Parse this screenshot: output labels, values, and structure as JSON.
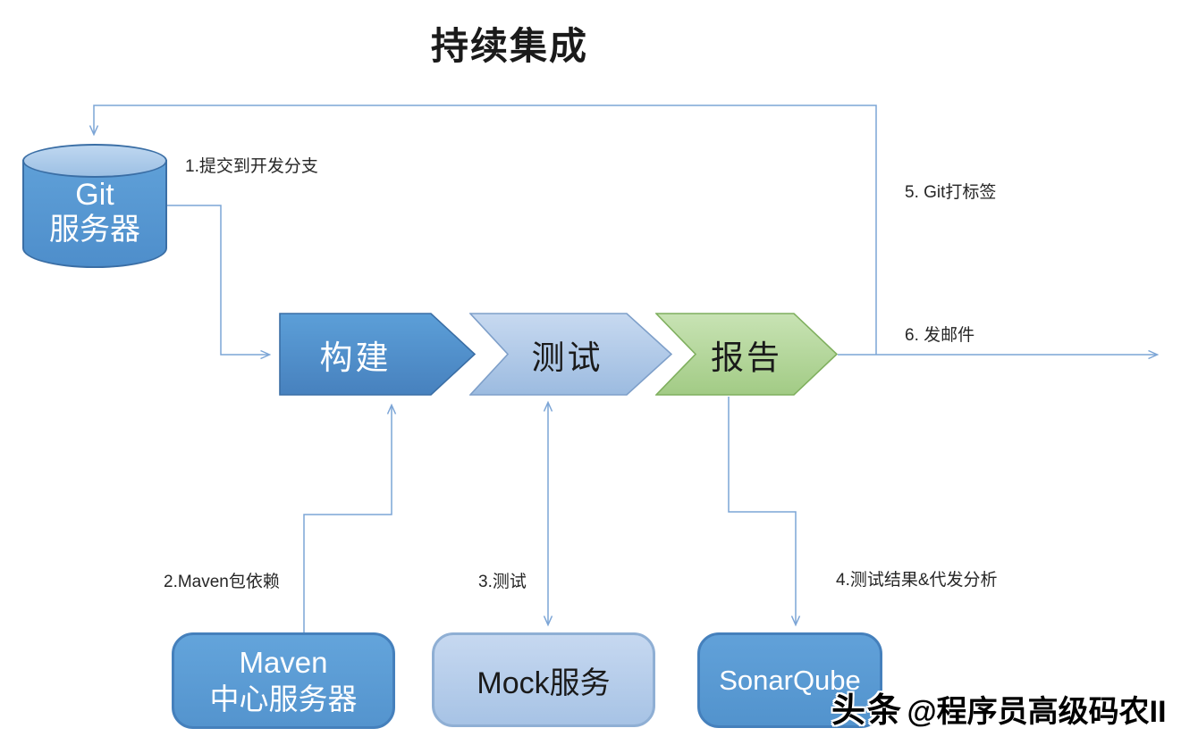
{
  "title": "持续集成",
  "nodes": {
    "git_server": {
      "line1": "Git",
      "line2": "服务器"
    },
    "build": {
      "label": "构建"
    },
    "test": {
      "label": "测试"
    },
    "report": {
      "label": "报告"
    },
    "maven": {
      "line1": "Maven",
      "line2": "中心服务器"
    },
    "mock": {
      "label": "Mock服务"
    },
    "sonarqube": {
      "label": "SonarQube"
    }
  },
  "labels": {
    "step1": "1.提交到开发分支",
    "step2": "2.Maven包依赖",
    "step3": "3.测试",
    "step4": "4.测试结果&代发分析",
    "step5": "5. Git打标签",
    "step6": "6. 发邮件"
  },
  "watermark": {
    "logo": "头条",
    "handle": "@程序员高级码农II"
  },
  "colors": {
    "connector": "#7CA5D6",
    "node_blue": "#5B9BD5",
    "node_blue_border": "#3A6EA5",
    "node_light_blue": "#AEC9E8",
    "node_light_blue_border": "#8FAFD4",
    "node_green": "#A9D08E",
    "node_green_border": "#7FAF5E",
    "cylinder_top": "#A9C9E9",
    "label_text": "#262626",
    "title_text": "#1A1A1A",
    "watermark_text": "#000000"
  }
}
